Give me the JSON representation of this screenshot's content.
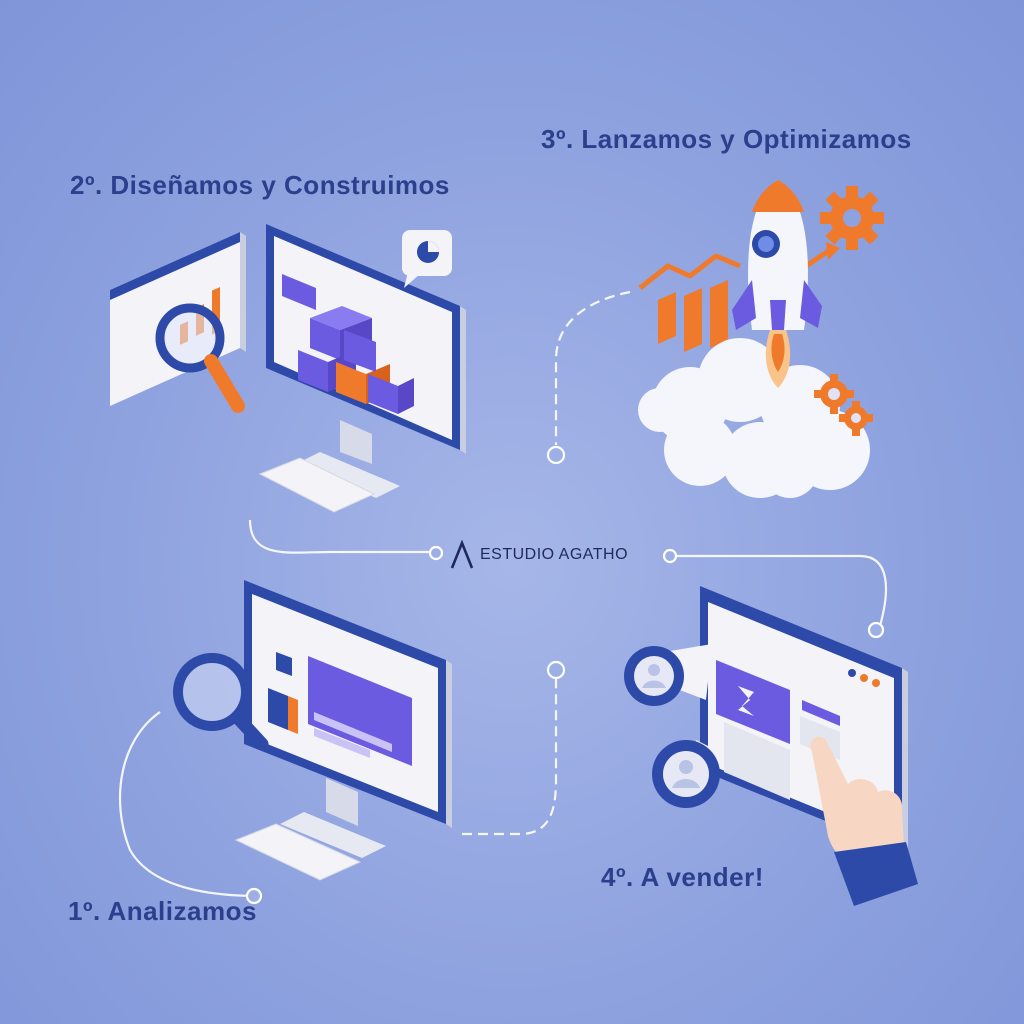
{
  "steps": {
    "step1": {
      "label": "1º. Analizamos"
    },
    "step2": {
      "label": "2º. Diseñamos y Construimos"
    },
    "step3": {
      "label": "3º. Lanzamos y Optimizamos"
    },
    "step4": {
      "label": "4º. A vender!"
    }
  },
  "brand": {
    "name": "ESTUDIO AGATHO"
  },
  "colors": {
    "background": "#8ea2df",
    "label_text": "#2b3f8c",
    "accent_orange": "#f07a2c",
    "accent_purple": "#6b5be0",
    "frame_blue": "#2e4aa8",
    "screen_white": "#f2f3f8"
  }
}
